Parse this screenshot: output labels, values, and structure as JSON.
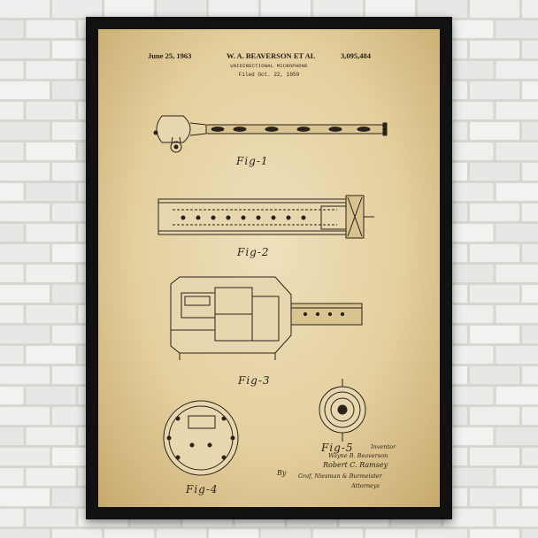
{
  "patent": {
    "date": "June 25, 1963",
    "inventors": "W. A. BEAVERSON  ET AL",
    "number": "3,095,484",
    "title": "UNIDIRECTIONAL MICROPHONE",
    "filed": "Filed Oct. 22, 1959"
  },
  "figures": [
    "Fig-1",
    "Fig-2",
    "Fig-3",
    "Fig-4",
    "Fig-5"
  ],
  "signature": {
    "label": "Inventor",
    "names": [
      "Wayne B. Beaverson",
      "Robert C. Ramsey"
    ],
    "by": "By",
    "firm": "Graf, Niesman & Burmeister",
    "role": "Attorneys"
  },
  "colors": {
    "wall": "#e9e9e7",
    "mortar": "#d6d6d3",
    "frame": "#111111",
    "paper": "#e4cf9e",
    "ink": "#2a2218"
  }
}
